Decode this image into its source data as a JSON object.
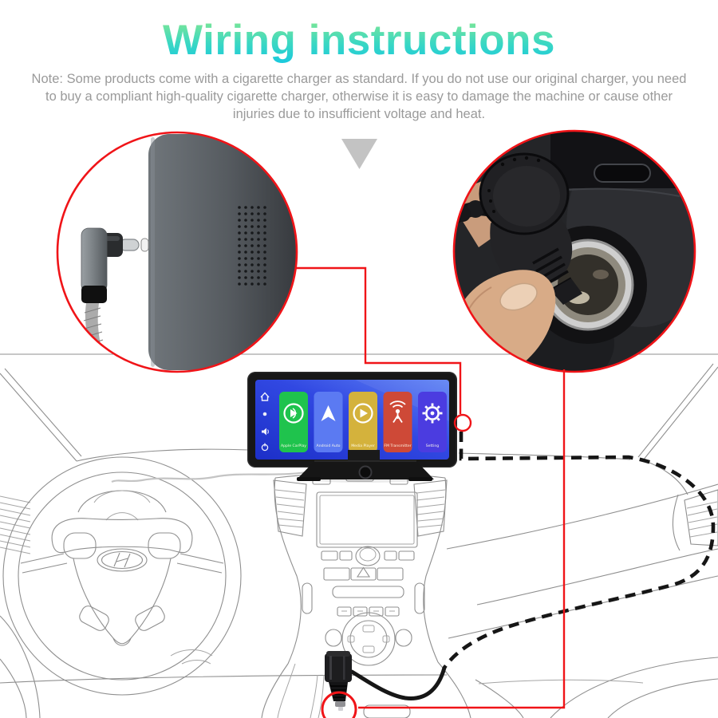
{
  "header": {
    "title": "Wiring instructions",
    "note": "Note: Some products come with a cigarette charger as standard. If you do not use our original charger, you need to buy a compliant high-quality cigarette charger, otherwise it is easy to damage the machine or cause other injuries due to insufficient voltage and heat."
  },
  "colors": {
    "title_gradient_top": "#8BE98C",
    "title_gradient_bottom": "#17C8E0",
    "annotation_red": "#F01418",
    "wire_dash_black": "#161616",
    "line_art_gray": "#8F8F8F",
    "triangle_gray": "#C3C3C3",
    "note_gray": "#9A9A9A",
    "screen_blue": "#2438D8"
  },
  "device_screen": {
    "tiles": [
      {
        "label": "Apple CarPlay",
        "color": "#1FC34D",
        "icon": "carplay-icon"
      },
      {
        "label": "Android Auto",
        "color": "#5B7AF2",
        "icon": "android-auto-icon"
      },
      {
        "label": "Media Player",
        "color": "#D4B23C",
        "icon": "media-player-icon"
      },
      {
        "label": "FM Transmitter",
        "color": "#CE4937",
        "icon": "fm-transmitter-icon"
      },
      {
        "label": "Setting",
        "color": "#4B3CE0",
        "icon": "settings-gear-icon"
      }
    ],
    "sidebar_icons": [
      "home-icon",
      "brightness-icon",
      "volume-icon",
      "power-icon"
    ]
  },
  "callouts": {
    "left": "usb-c-elbow-connector-into-display-port",
    "right": "cigarette-lighter-plug-into-car-socket"
  },
  "car_brand_logo": "hyundai"
}
